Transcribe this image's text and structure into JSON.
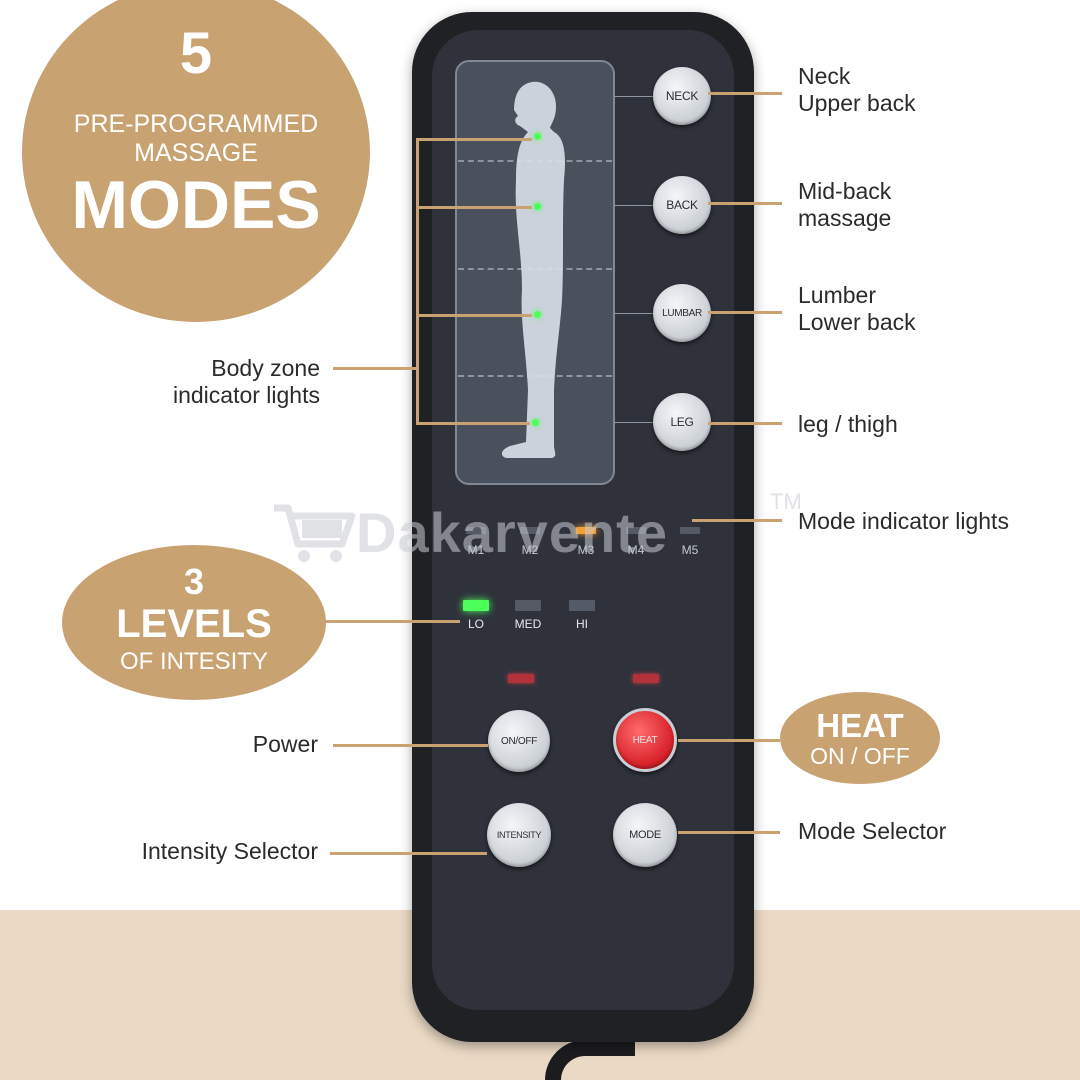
{
  "badge_modes": {
    "number": "5",
    "line1": "PRE-PROGRAMMED",
    "line2": "MASSAGE",
    "word": "MODES"
  },
  "badge_levels": {
    "number": "3",
    "word": "LEVELS",
    "sub": "OF INTESITY"
  },
  "badge_heat": {
    "word": "HEAT",
    "sub": "ON / OFF"
  },
  "buttons": {
    "neck": "NECK",
    "back": "BACK",
    "lumbar": "LUMBAR",
    "leg": "LEG",
    "power": "ON/OFF",
    "heat": "HEAT",
    "intensity": "INTENSITY",
    "mode": "MODE"
  },
  "mode_labels": [
    "M1",
    "M2",
    "M3",
    "M4",
    "M5"
  ],
  "active_mode": "M3",
  "level_labels": [
    "LO",
    "MED",
    "HI"
  ],
  "active_level": "LO",
  "callouts": {
    "neck": {
      "line1": "Neck",
      "line2": "Upper back"
    },
    "back": {
      "line1": "Mid-back",
      "line2": "massage"
    },
    "lumbar": {
      "line1": "Lumber",
      "line2": "Lower back"
    },
    "leg": "leg / thigh",
    "mode_lights": "Mode indicator lights",
    "body_zone": {
      "line1": "Body zone",
      "line2": "indicator lights"
    },
    "power": "Power",
    "intensity": "Intensity Selector",
    "mode_selector": "Mode Selector"
  },
  "watermark": {
    "text": "Dakarvente",
    "tm": "TM"
  },
  "colors": {
    "accent": "#c9a272",
    "remote": "#2f323b",
    "heat_button": "#d9232b",
    "led_green": "#4cff5a",
    "led_orange": "#f5a033"
  }
}
